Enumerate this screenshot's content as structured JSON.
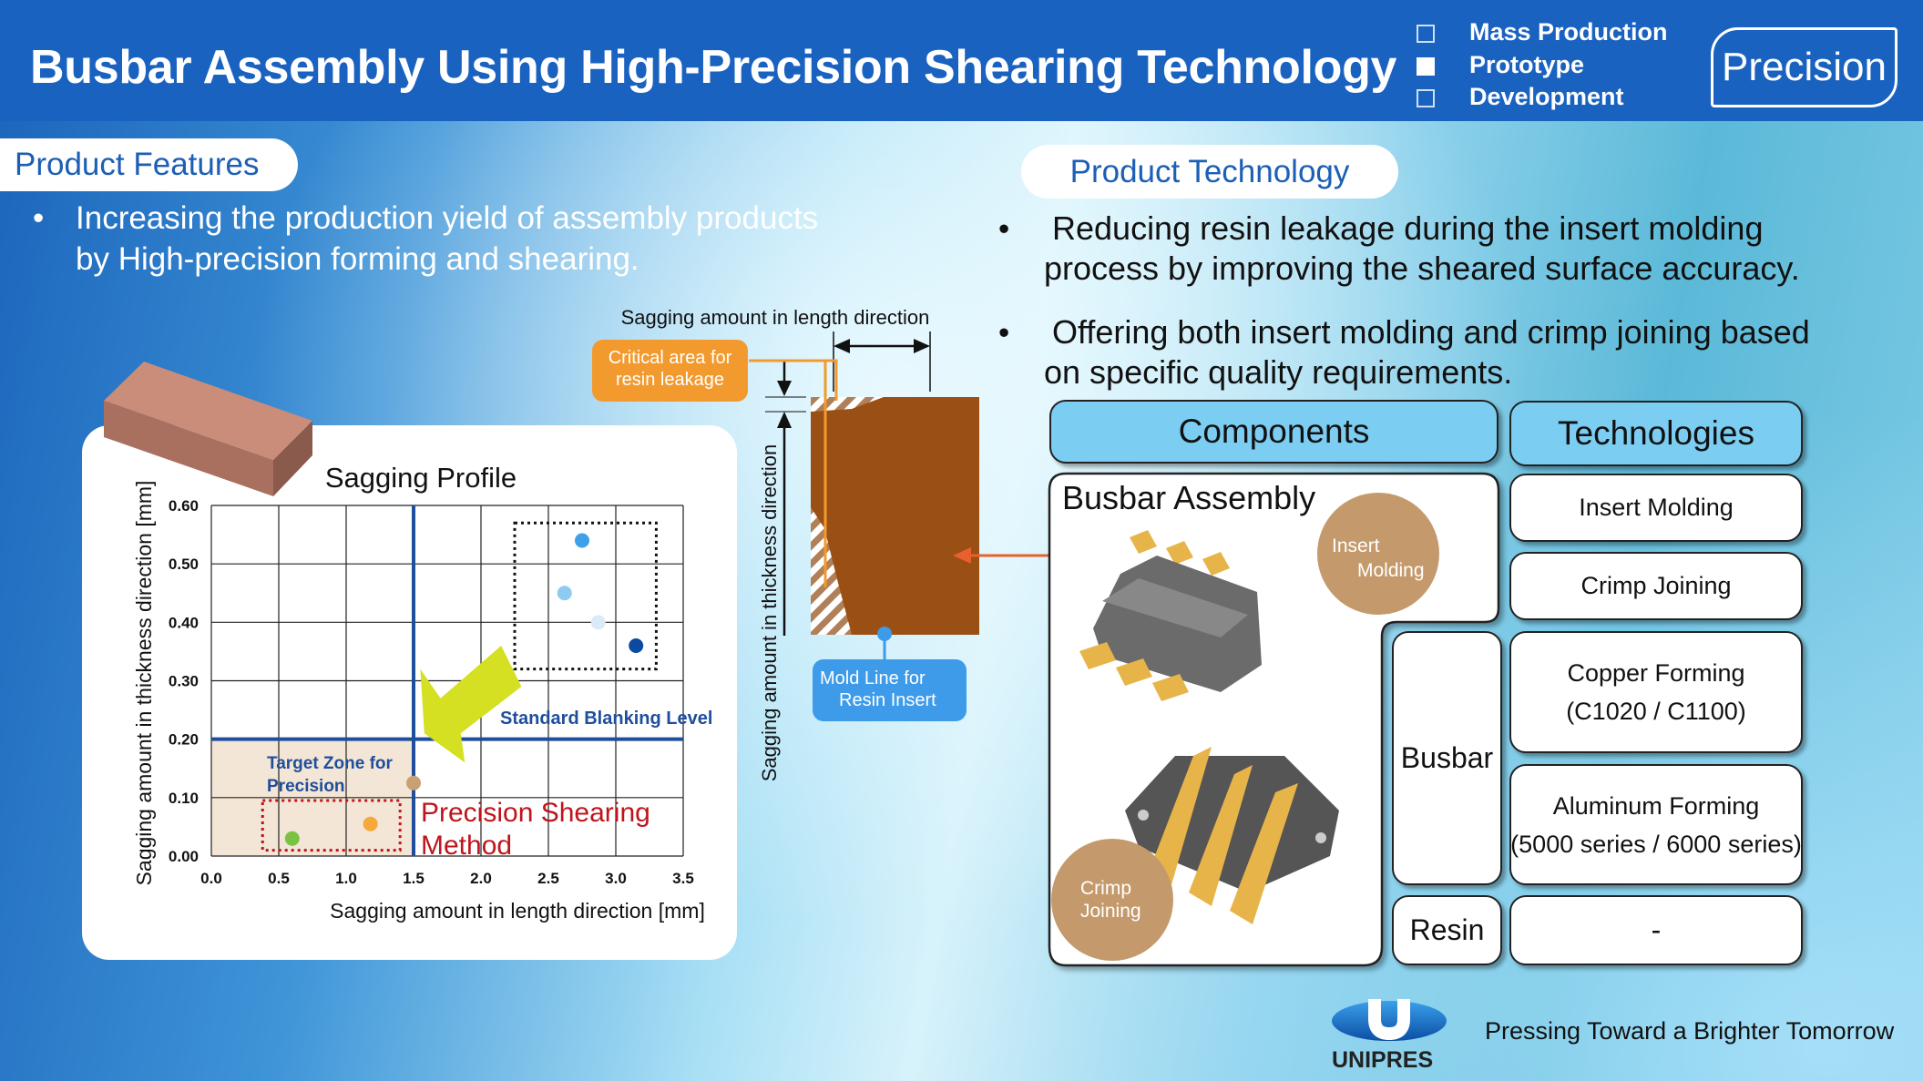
{
  "header": {
    "title": "Busbar Assembly Using High-Precision Shearing Technology",
    "stages": [
      {
        "label": "Mass Production",
        "checked": false
      },
      {
        "label": "Prototype",
        "checked": true
      },
      {
        "label": "Development",
        "checked": false
      }
    ],
    "badge": "Precision"
  },
  "features": {
    "heading": "Product Features",
    "bullets": [
      "Increasing the production yield of assembly products",
      "by High-precision forming and shearing."
    ]
  },
  "technology": {
    "heading": "Product Technology",
    "bullets": [
      [
        "Reducing resin leakage during the insert molding",
        "process by improving the sheared surface accuracy."
      ],
      [
        "Offering both insert molding and crimp joining based",
        "on specific quality requirements."
      ]
    ]
  },
  "diagram": {
    "length_label": "Sagging amount in length direction",
    "thickness_label": "Sagging amount in thickness direction",
    "critical": [
      "Critical area for",
      "resin leakage"
    ],
    "mold_line": [
      "Mold Line for",
      "Resin Insert"
    ]
  },
  "chart_data": {
    "type": "scatter",
    "title": "Sagging Profile",
    "xlabel": "Sagging amount in length direction [mm]",
    "ylabel": "Sagging amount in thickness direction [mm]",
    "xlim": [
      0,
      3.5
    ],
    "ylim": [
      0,
      0.6
    ],
    "xticks": [
      "0.0",
      "0.5",
      "1.0",
      "1.5",
      "2.0",
      "2.5",
      "3.0",
      "3.5"
    ],
    "yticks": [
      "0.00",
      "0.10",
      "0.20",
      "0.30",
      "0.40",
      "0.50",
      "0.60"
    ],
    "grid": true,
    "points": [
      {
        "x": 2.75,
        "y": 0.54,
        "color": "#3ea0e8"
      },
      {
        "x": 2.62,
        "y": 0.45,
        "color": "#8fcaf0"
      },
      {
        "x": 2.87,
        "y": 0.4,
        "color": "#dbeaf7"
      },
      {
        "x": 3.15,
        "y": 0.36,
        "color": "#0b4aa0"
      },
      {
        "x": 1.5,
        "y": 0.125,
        "color": "#c9a073"
      },
      {
        "x": 1.18,
        "y": 0.055,
        "color": "#f4a93a"
      },
      {
        "x": 0.6,
        "y": 0.03,
        "color": "#7cc242"
      }
    ],
    "standard_level": {
      "x": 1.5,
      "y": 0.2,
      "label": "Standard Blanking Level"
    },
    "target_zone": {
      "label": [
        "Target Zone for",
        "Precision"
      ]
    },
    "method_label": [
      "Precision Shearing",
      "Method"
    ]
  },
  "table": {
    "components_header": "Components",
    "technologies_header": "Technologies",
    "assembly": "Busbar Assembly",
    "insert_circle": [
      "Insert",
      "Molding"
    ],
    "crimp_circle": [
      "Crimp",
      "Joining"
    ],
    "busbar": "Busbar",
    "resin": "Resin",
    "techs": {
      "insert": "Insert Molding",
      "crimp": "Crimp Joining",
      "copper": [
        "Copper Forming",
        "(C1020 / C1100)"
      ],
      "aluminum": [
        "Aluminum Forming",
        "(5000 series / 6000 series)"
      ],
      "resin": "-"
    }
  },
  "footer": {
    "logo": "UNIPRES",
    "tagline": "Pressing Toward a Brighter Tomorrow"
  }
}
